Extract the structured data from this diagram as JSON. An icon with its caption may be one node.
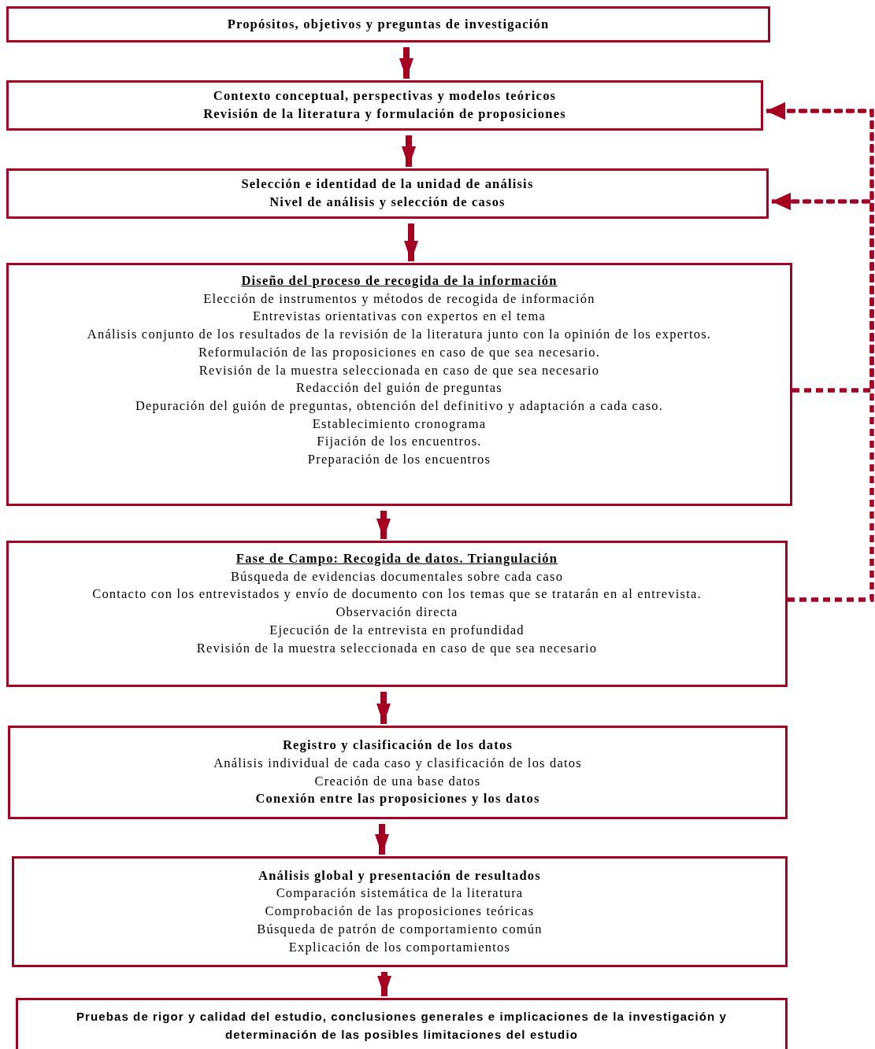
{
  "diagram": {
    "nodes": [
      {
        "text": [
          "Propósitos, objetivos y preguntas de investigación"
        ]
      },
      {
        "text": [
          "Contexto conceptual, perspectivas y modelos teóricos",
          "Revisión de la literatura y formulación de proposiciones"
        ]
      },
      {
        "text": [
          "Selección e identidad de la unidad de análisis",
          "Nivel de análisis y selección de casos"
        ]
      },
      {
        "text": [
          "Diseño del proceso de recogida de la información",
          "Elección de instrumentos y métodos  de recogida de información",
          "Entrevistas orientativas con expertos en el tema",
          "Análisis conjunto de los resultados de la revisión de la literatura junto con la opinión de los expertos.",
          "Reformulación de las proposiciones en caso de que sea necesario.",
          "Revisión de la muestra seleccionada en caso de que sea necesario",
          "Redacción del guión de preguntas",
          "Depuración del guión de preguntas, obtención del definitivo y adaptación a cada caso.",
          "Establecimiento cronograma",
          "Fijación de los encuentros.",
          "Preparación de los encuentros"
        ]
      },
      {
        "text": [
          "Fase de Campo: Recogida de datos. Triangulación",
          "Búsqueda de evidencias documentales sobre cada caso",
          "Contacto con los entrevistados y envío de documento con los temas que se tratarán en al entrevista.",
          "Observación directa",
          "Ejecución de la entrevista en profundidad",
          "Revisión de la muestra seleccionada en caso de que sea necesario"
        ]
      },
      {
        "text": [
          "Registro y clasificación de los datos",
          "Análisis individual de cada caso y clasificación de los datos",
          "Creación de una base datos",
          "Conexión entre las proposiciones y los datos"
        ]
      },
      {
        "text": [
          "Análisis global y presentación de resultados",
          "Comparación sistemática de la literatura",
          "Comprobación de las proposiciones teóricas",
          "Búsqueda de patrón de comportamiento común",
          "Explicación de los comportamientos"
        ]
      },
      {
        "text": [
          "Pruebas de rigor y calidad del estudio, conclusiones generales e implicaciones de la investigación y determinación de las posibles limitaciones del estudio"
        ]
      }
    ],
    "edges": [
      {
        "from": 0,
        "to": 1,
        "arrow": "to"
      },
      {
        "from": 1,
        "to": 2,
        "arrow": "to"
      },
      {
        "from": 2,
        "to": 3,
        "arrow": "to"
      },
      {
        "from": 3,
        "to": 4,
        "arrow": "to"
      },
      {
        "from": 4,
        "to": 5,
        "arrow": "to"
      },
      {
        "from": 5,
        "to": 6,
        "arrow": "to"
      },
      {
        "from": 6,
        "to": 7,
        "arrow": "to"
      },
      {
        "from": 3,
        "to": 1,
        "arrow": "to",
        "style": "dashed"
      },
      {
        "from": 3,
        "to": 2,
        "arrow": "to",
        "style": "dashed"
      },
      {
        "from": 4,
        "to": 1,
        "arrow": "to",
        "style": "dashed"
      },
      {
        "from": 4,
        "to": 2,
        "arrow": "to",
        "style": "dashed"
      }
    ]
  }
}
